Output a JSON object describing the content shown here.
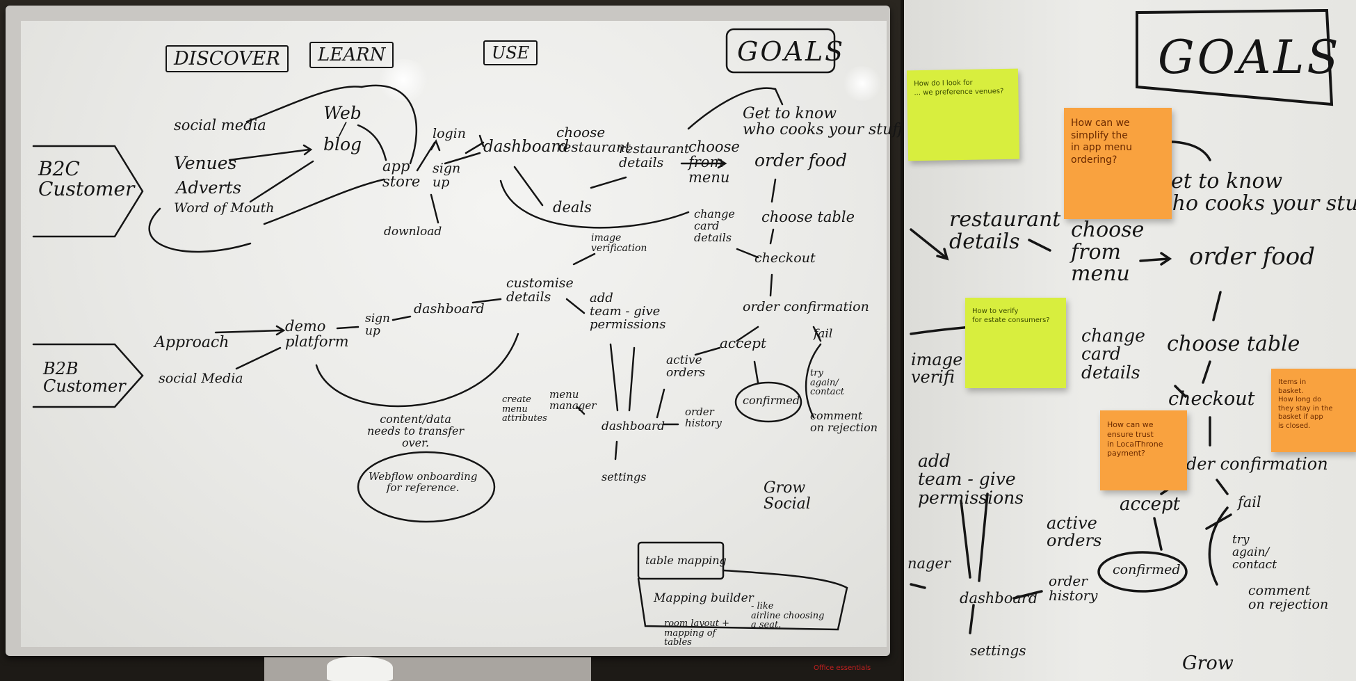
{
  "left_board": {
    "headers": {
      "discover": "DISCOVER",
      "learn": "LEARN",
      "use": "USE",
      "goals": "GOALS"
    },
    "b2c": "B2C\nCustomer",
    "b2b": "B2B\nCustomer",
    "b2c_flow": {
      "social_media": "social media",
      "venues": "Venues",
      "adverts": "Adverts",
      "word_of_mouth": "Word of Mouth",
      "web_blog": "Web\n/\nblog",
      "app_store": "app\nstore",
      "download": "download",
      "login": "login",
      "sign_up": "sign\nup",
      "dashboard": "dashboard",
      "choose_restaurant": "choose\nrestaurant",
      "deals": "deals",
      "restaurant_details": "restaurant\ndetails",
      "choose_from_menu": "choose\nfrom\nmenu",
      "order_food": "order food",
      "get_to_know": "Get to know\nwho cooks your stuff",
      "choose_table": "choose table",
      "change_card_details": "change\ncard\ndetails",
      "checkout": "checkout",
      "order_confirmation": "order confirmation"
    },
    "b2b_flow": {
      "approach": "Approach",
      "social_media": "social Media",
      "demo_platform": "demo\nplatform",
      "sign_up": "sign\nup",
      "dashboard": "dashboard",
      "customise_details": "customise\ndetails",
      "image_verification": "image\nverification",
      "add_team": "add\nteam - give\npermissions",
      "content_data": "content/data\nneeds to transfer\nover.",
      "webflow": "Webflow onboarding\nfor reference.",
      "create_menu": "create\nmenu\nattributes",
      "menu_manager": "menu\nmanager",
      "dashboard2": "dashboard",
      "active_orders": "active\norders",
      "accept": "accept",
      "order_history": "order\nhistory",
      "settings": "settings",
      "confirmed": "confirmed",
      "fail": "fail",
      "try_again": "try\nagain/\ncontact",
      "comment_on_rejection": "comment\non rejection",
      "grow_social": "Grow\nSocial",
      "table_mapping": "table mapping",
      "mapping_builder": "Mapping builder",
      "room_layout": "room layout +\nmapping of\ntables",
      "like_airline": "- like\nairline choosing\na seat."
    },
    "brand": "Office essentials"
  },
  "right_board": {
    "goals": "GOALS",
    "labels": {
      "get_to_know": "Get to know\nwho cooks your stuff",
      "restaurant_details": "restaurant\ndetails",
      "choose_from_menu": "choose\nfrom\nmenu",
      "order_food": "order food",
      "image_verification": "image\nverifi",
      "change_card_details": "change\ncard\ndetails",
      "choose_table": "choose table",
      "checkout": "checkout",
      "order_confirmation": "order confirmation",
      "add_team": "add\nteam - give\npermissions",
      "manager": "nager",
      "active_orders": "active\norders",
      "accept": "accept",
      "confirmed": "confirmed",
      "fail": "fail",
      "try_again": "try\nagain/\ncontact",
      "comment_on_rejection": "comment\non rejection",
      "dashboard": "dashboard",
      "order_history": "order\nhistory",
      "settings": "settings",
      "grow": "Grow"
    },
    "stickies": {
      "yellow_top": "How do I look for\n... we preference venues?",
      "orange_menu": "How can we\nsimplify the\nin app menu\nordering?",
      "yellow_mid": "How to verify\nfor estate consumers?",
      "orange_trust": "How can we\nensure trust\nin LocalThrone\npayment?",
      "orange_basket": "Items in\nbasket.\nHow long do\nthey stay in the\nbasket if app\nis closed."
    },
    "colors": {
      "yellow": "#d8ee3e",
      "orange": "#f9a23f",
      "ink": "#151515"
    }
  }
}
